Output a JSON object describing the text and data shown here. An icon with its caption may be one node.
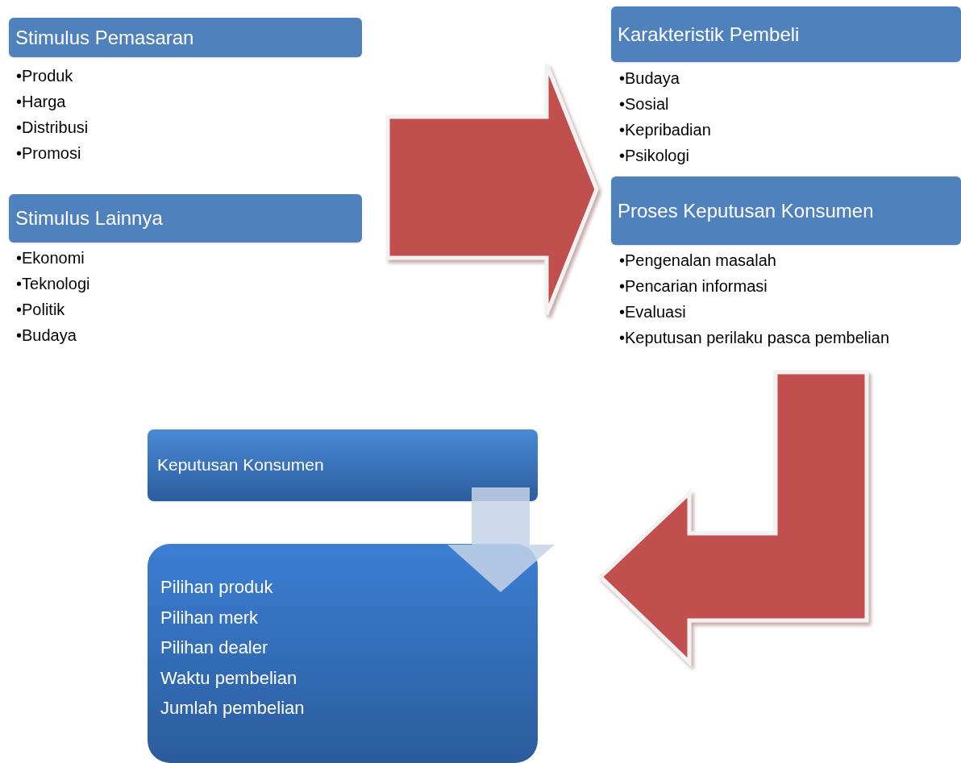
{
  "diagram": {
    "nodes": [
      {
        "text": [
          "Stimulus Pemasaran"
        ],
        "beside": [
          "•Produk",
          "•Harga",
          "•Distribusi",
          "•Promosi"
        ]
      },
      {
        "text": [
          "Stimulus Lainnya"
        ],
        "beside": [
          "•Ekonomi",
          "•Teknologi",
          "•Politik",
          "•Budaya"
        ]
      },
      {
        "text": [
          "Karakteristik Pembeli"
        ],
        "beside": [
          "•Budaya",
          "•Sosial",
          "•Kepribadian",
          "•Psikologi"
        ]
      },
      {
        "text": [
          "Proses Keputusan Konsumen"
        ],
        "beside": [
          "•Pengenalan masalah",
          "•Pencarian informasi",
          "•Evaluasi",
          "•Keputusan perilaku pasca pembelian"
        ]
      },
      {
        "text": [
          "Keputusan Konsumen"
        ]
      },
      {
        "text": [
          "Pilihan produk",
          "Pilihan merk",
          "Pilihan dealer",
          "Waktu pembelian",
          "Jumlah pembelian"
        ]
      }
    ],
    "edges": [
      {
        "from": 0,
        "to": 3,
        "arrow": "to",
        "style": "thick",
        "color": "#c0504d"
      },
      {
        "from": 3,
        "to": 5,
        "arrow": "to",
        "style": "thick",
        "color": "#c0504d"
      },
      {
        "from": 4,
        "to": 5,
        "arrow": "to",
        "style": "thick",
        "color": "#c6d4e8"
      }
    ]
  }
}
